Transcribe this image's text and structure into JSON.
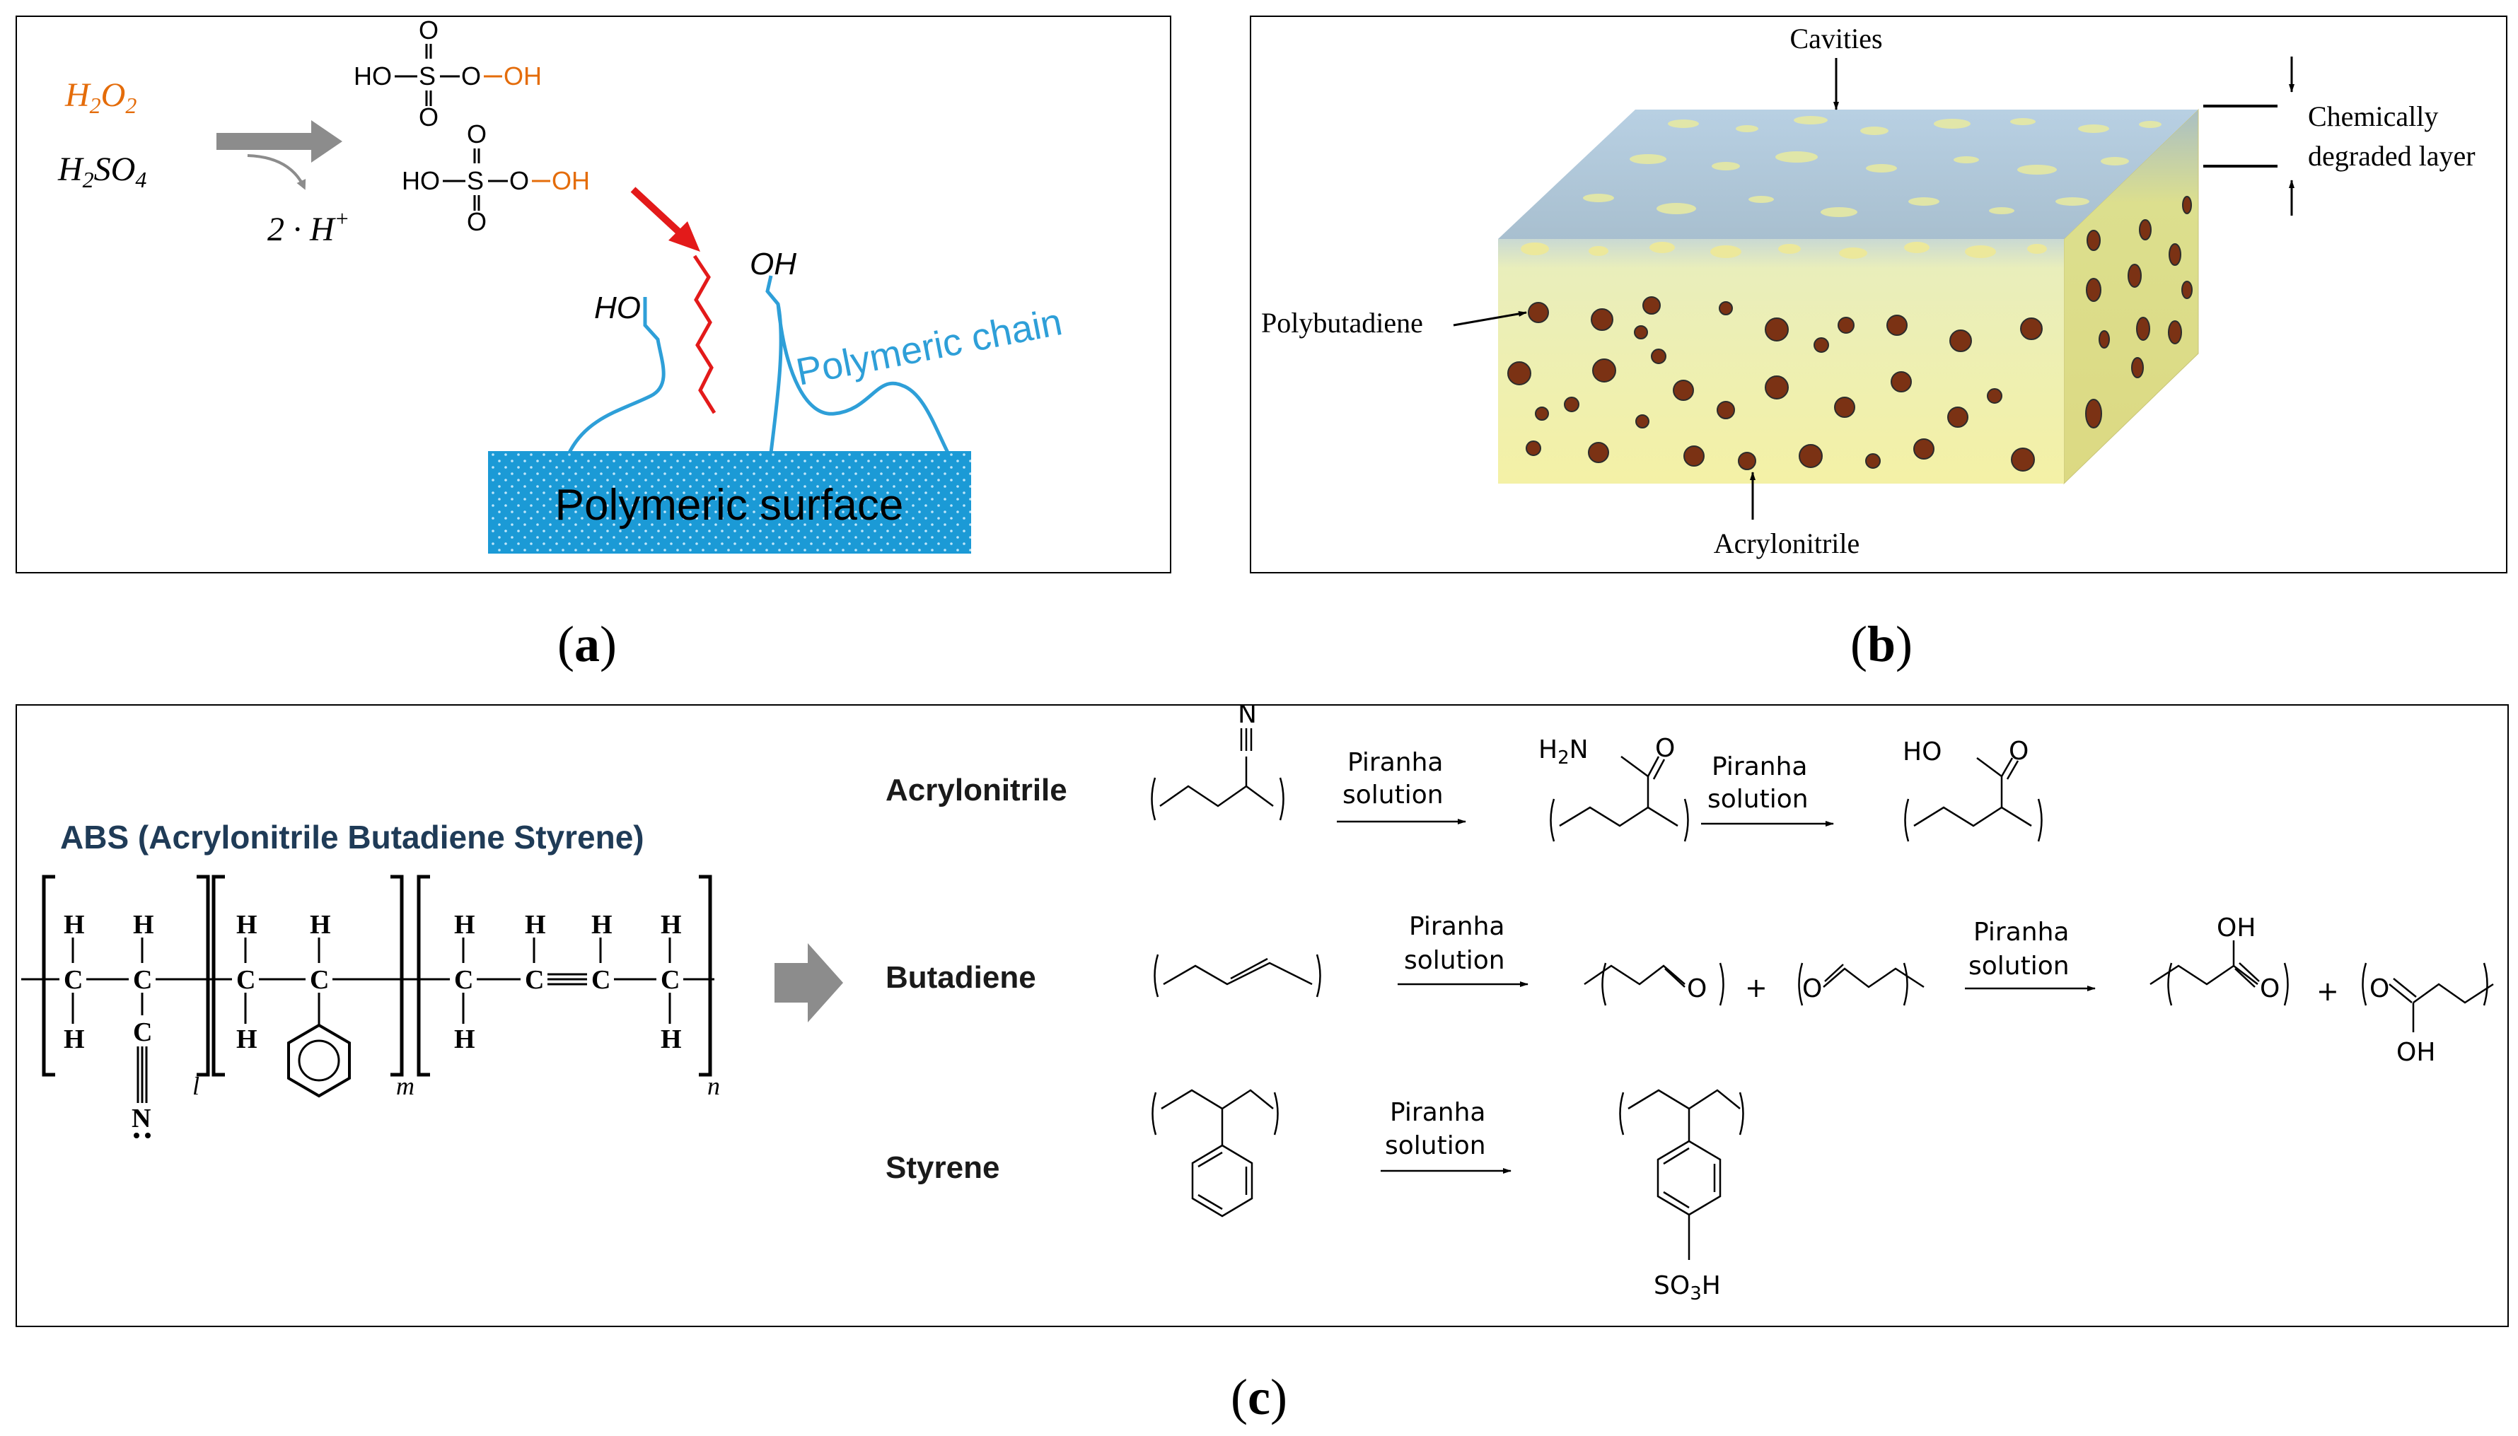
{
  "panel_a": {
    "h2o2": "H2O2",
    "h2so4": "H2SO4",
    "proton": "2 · H+",
    "ho": "HO",
    "s": "S",
    "o": "O",
    "oh": "OH",
    "ho_chain": "HO",
    "oh_chain": "OH",
    "polymeric_chain": "Polymeric chain",
    "polymeric_surface": "Polymeric surface",
    "colors": {
      "orange": "#e46c0a",
      "blue": "#2e9fd8",
      "red": "#e31a1a",
      "surface": "#1b9ad6",
      "gray_arrow": "#8c8c8c"
    }
  },
  "panel_b": {
    "cavities": "Cavities",
    "chem_line1": "Chemically",
    "chem_line2": "degraded layer",
    "polybutadiene": "Polybutadiene",
    "acrylonitrile": "Acrylonitrile",
    "colors": {
      "block_bottom": "#f4f1a8",
      "block_top": "#b9cfe0",
      "particle": "#7b3214"
    }
  },
  "panel_c": {
    "title": "ABS (Acrylonitrile Butadiene Styrene)",
    "atom_h": "H",
    "atom_c": "C",
    "atom_n": "N",
    "sub_l": "l",
    "sub_m": "m",
    "sub_n": "n",
    "rows": [
      {
        "label": "Acrylonitrile"
      },
      {
        "label": "Butadiene"
      },
      {
        "label": "Styrene"
      }
    ],
    "reagent_line1": "Piranha",
    "reagent_line2": "solution",
    "nitrile_n": "N",
    "amide_h2n": "H2N",
    "o": "O",
    "ho": "HO",
    "oh": "OH",
    "plus": "+",
    "so3h": "SO3H",
    "colors": {
      "title": "#1f3b57",
      "arrow": "#8c8c8c"
    }
  },
  "captions": {
    "a": "a",
    "b": "b",
    "c": "c"
  }
}
